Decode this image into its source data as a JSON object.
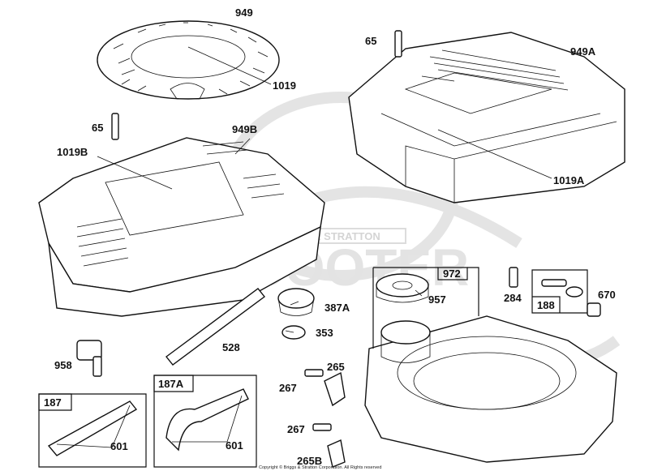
{
  "colors": {
    "line": "#111111",
    "watermark": "#e3e3e3",
    "background": "#ffffff"
  },
  "watermark": {
    "logo_text": "SCOOTER",
    "banner_text": "BRIGGS & STRATTON"
  },
  "copyright": "Copyright © Briggs & Stratton Corporation. All Rights reserved",
  "parts": {
    "p949": "949",
    "p1019": "1019",
    "p65a": "65",
    "p949A": "949A",
    "p65b": "65",
    "p949B": "949B",
    "p1019B": "1019B",
    "p1019A": "1019A",
    "p972": "972",
    "p957": "957",
    "p284": "284",
    "p188": "188",
    "p670": "670",
    "p387A": "387A",
    "p353": "353",
    "p528": "528",
    "p958": "958",
    "p265": "265",
    "p267a": "267",
    "p187": "187",
    "p187A": "187A",
    "p601a": "601",
    "p601b": "601",
    "p267b": "267",
    "p265B": "265B"
  }
}
